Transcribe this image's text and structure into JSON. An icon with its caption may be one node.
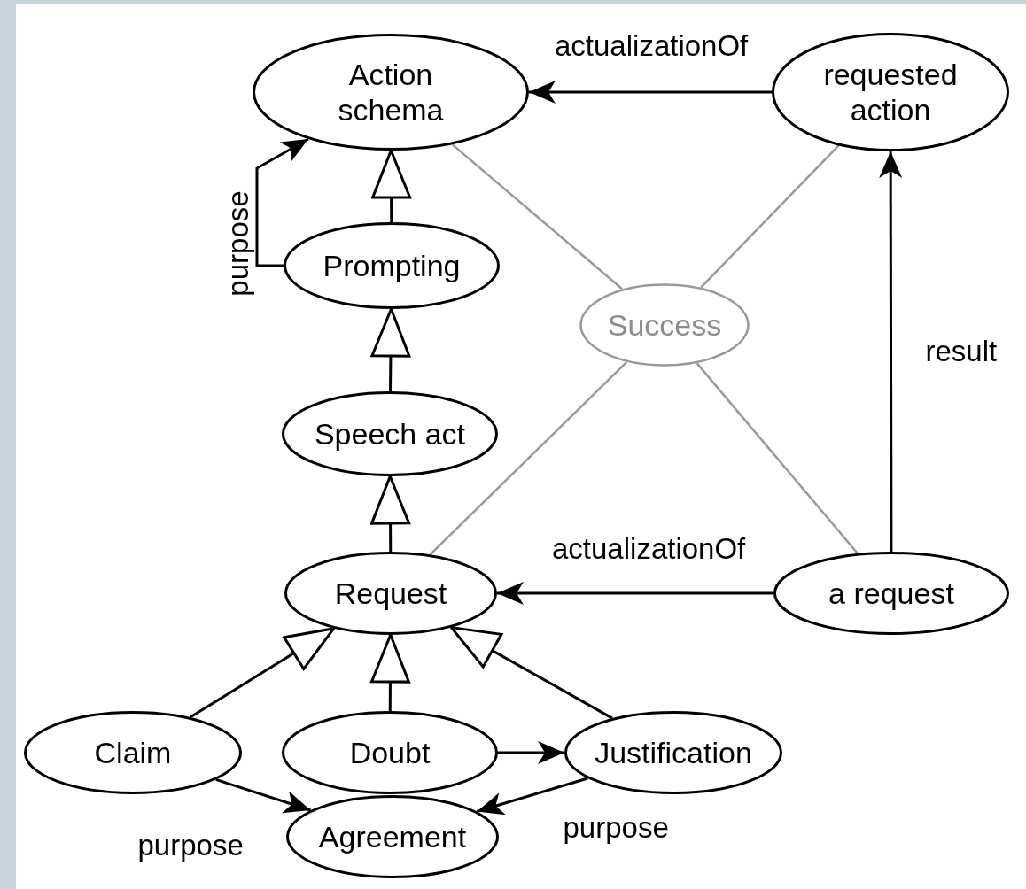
{
  "diagram": {
    "nodes": [
      {
        "text": [
          "Action schema"
        ]
      },
      {
        "text": [
          "requested action"
        ]
      },
      {
        "text": [
          "Prompting"
        ]
      },
      {
        "text": [
          "Success"
        ]
      },
      {
        "text": [
          "Speech act"
        ]
      },
      {
        "text": [
          "Request"
        ]
      },
      {
        "text": [
          "a request"
        ]
      },
      {
        "text": [
          "Claim"
        ]
      },
      {
        "text": [
          "Doubt"
        ]
      },
      {
        "text": [
          "Justification"
        ]
      },
      {
        "text": [
          "Agreement"
        ]
      }
    ],
    "edges": [
      {
        "from": 1,
        "to": 0,
        "arrow": "to",
        "label": "actualizationOf"
      },
      {
        "from": 2,
        "to": 0,
        "arrow": "to",
        "label": "purpose"
      },
      {
        "from": 2,
        "to": 0,
        "arrow": "to"
      },
      {
        "from": 4,
        "to": 2,
        "arrow": "to"
      },
      {
        "from": 5,
        "to": 4,
        "arrow": "to"
      },
      {
        "from": 0,
        "to": 3,
        "arrow": "none",
        "color": "#999999"
      },
      {
        "from": 1,
        "to": 3,
        "arrow": "none",
        "color": "#999999"
      },
      {
        "from": 5,
        "to": 3,
        "arrow": "none",
        "color": "#999999"
      },
      {
        "from": 6,
        "to": 3,
        "arrow": "none",
        "color": "#999999"
      },
      {
        "from": 6,
        "to": 1,
        "arrow": "to",
        "label": "result"
      },
      {
        "from": 6,
        "to": 5,
        "arrow": "to",
        "label": "actualizationOf"
      },
      {
        "from": 7,
        "to": 5,
        "arrow": "to"
      },
      {
        "from": 8,
        "to": 5,
        "arrow": "to"
      },
      {
        "from": 9,
        "to": 5,
        "arrow": "to"
      },
      {
        "from": 8,
        "to": 9,
        "arrow": "to"
      },
      {
        "from": 7,
        "to": 10,
        "arrow": "to",
        "label": "purpose"
      },
      {
        "from": 9,
        "to": 10,
        "arrow": "to",
        "label": "purpose"
      }
    ]
  }
}
